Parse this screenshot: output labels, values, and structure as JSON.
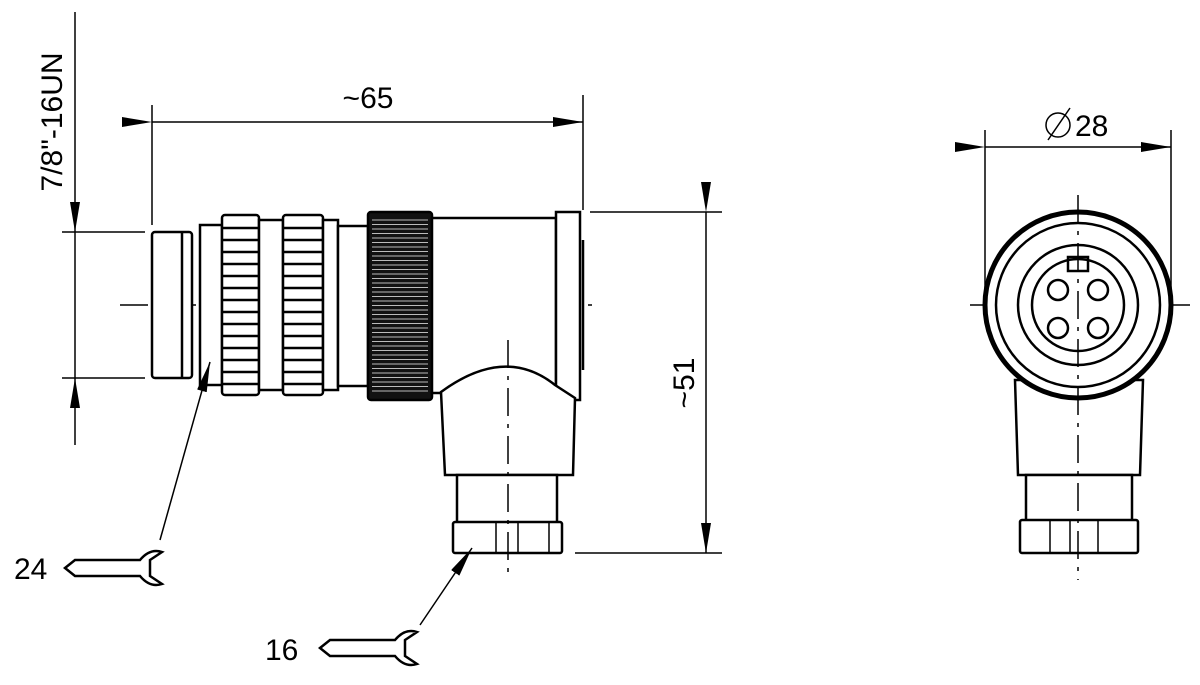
{
  "labels": {
    "thread": "7/8\"-16UN",
    "length": "~65",
    "diameter": "28",
    "height": "~51",
    "wrench_large": "24",
    "wrench_small": "16"
  },
  "icons": {
    "diameter_symbol": "diameter-icon",
    "wrench": "open-end-wrench-icon"
  },
  "colors": {
    "line": "#000000",
    "background": "#ffffff"
  }
}
